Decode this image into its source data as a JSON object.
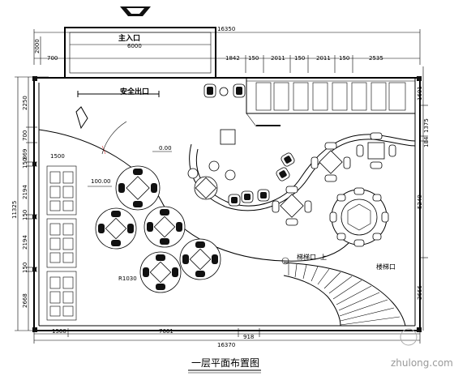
{
  "drawing": {
    "title": "一层平面布置图",
    "watermark": "zhulong.com",
    "labels": {
      "main_entrance": "主入口",
      "safety_exit": "安全出口",
      "stair_mouth": "梯梯口",
      "stair_up": "上",
      "stair_hall": "楼梯口",
      "level_1": "0.00",
      "level_2": "100.00",
      "radius": "R1030"
    },
    "dimensions": {
      "top_total": "16350",
      "top_1": "700",
      "top_2": "6000",
      "top_3": "1842",
      "top_4": "150",
      "top_5": "2011",
      "top_6": "150",
      "top_7": "2011",
      "top_8": "150",
      "top_9": "2535",
      "entry_depth": "2000",
      "left_total": "11325",
      "left_1": "2250",
      "left_2": "700",
      "left_3": "869",
      "left_4": "150",
      "left_5": "2194",
      "left_6": "150",
      "left_7": "2194",
      "left_8": "150",
      "left_9": "2668",
      "left_inner_1500": "1500",
      "right_1": "1601",
      "right_2": "1375",
      "right_3": "184",
      "right_4": "5249",
      "right_5": "2666",
      "bottom_total": "16370",
      "bottom_1": "1500",
      "bottom_2": "7661",
      "bottom_3": "918"
    }
  }
}
